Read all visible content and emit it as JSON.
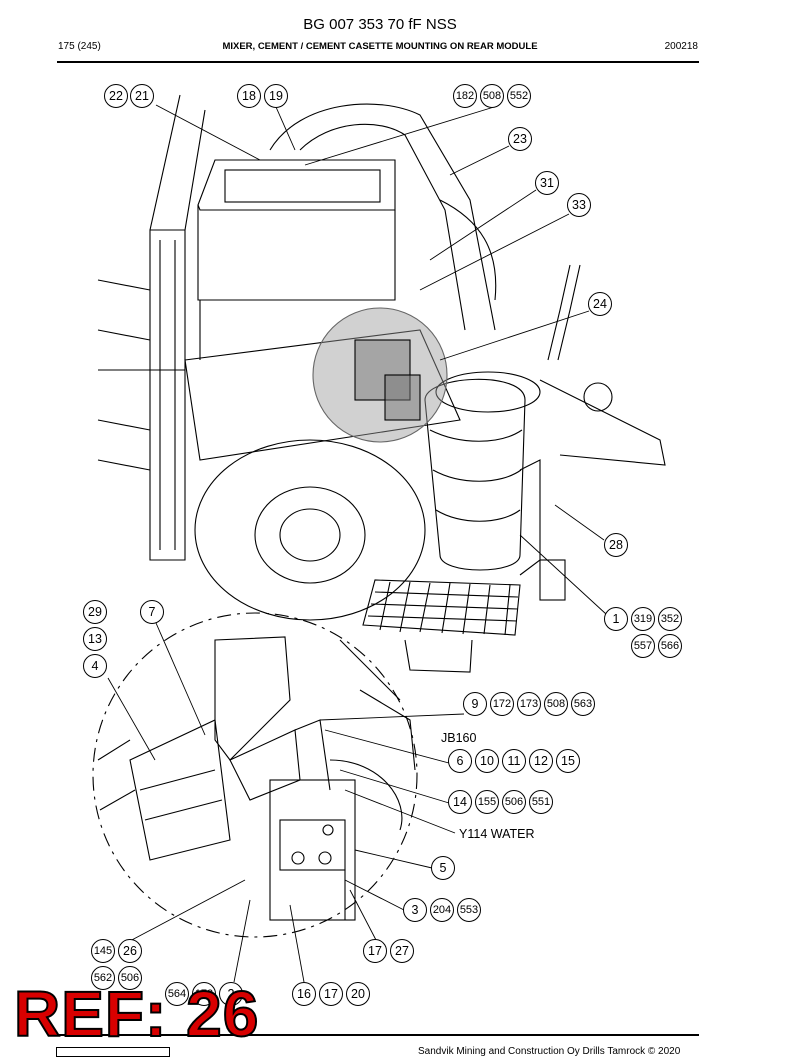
{
  "header": {
    "doc_id": "BG 007 353 70 fF NSS",
    "page": "175 (245)",
    "title": "MIXER, CEMENT / CEMENT CASETTE MOUNTING ON REAR MODULE",
    "date_code": "200218"
  },
  "callouts": {
    "top": [
      "22",
      "21",
      "18",
      "19",
      "182",
      "508",
      "552",
      "23",
      "31",
      "33",
      "24",
      "28",
      "1",
      "319",
      "352",
      "557",
      "566"
    ],
    "detail": [
      "29",
      "13",
      "4",
      "7",
      "9",
      "172",
      "173",
      "508",
      "563",
      "6",
      "10",
      "11",
      "12",
      "15",
      "14",
      "155",
      "506",
      "551",
      "5",
      "3",
      "204",
      "553",
      "17",
      "27",
      "145",
      "26",
      "562",
      "506",
      "564",
      "173",
      "2",
      "16",
      "17",
      "20"
    ]
  },
  "labels": {
    "jb": "JB160",
    "valve": "Y114 WATER"
  },
  "stamp": "REF: 26",
  "footer": {
    "copyright": "Sandvik Mining and Construction Oy Drills Tamrock © 2020"
  }
}
